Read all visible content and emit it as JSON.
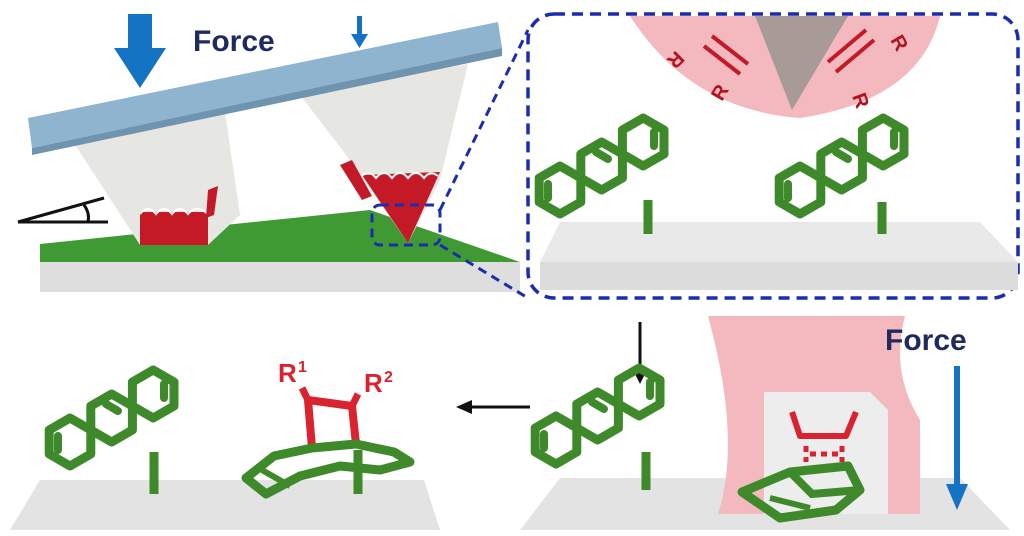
{
  "labels": {
    "force_top": "Force",
    "force_right": "Force",
    "r1": "R",
    "r1_sup": "1",
    "r2": "R",
    "r2_sup": "2"
  },
  "colors": {
    "force_text": "#1f2a5e",
    "arrow_blue": "#1573c4",
    "molecule_green": "#3e8a2a",
    "reagent_red": "#d9232e",
    "tip_pink": "#f4b8bf",
    "cantilever_blue": "#8fb4cf",
    "substrate_green": "#3f9a33",
    "substrate_gray": "#dcdcdc",
    "dashed_box": "#1a2db0"
  }
}
